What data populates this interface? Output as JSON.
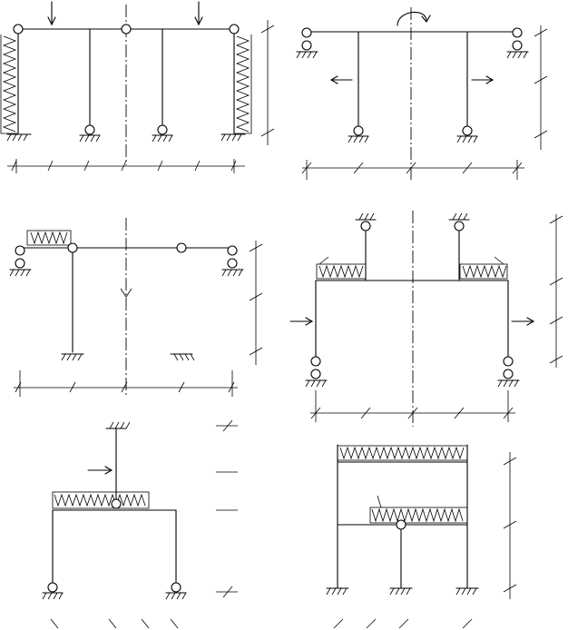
{
  "sheet": {
    "background": "#ffffff",
    "stroke_color": "#000000"
  },
  "schemes": [
    {
      "id": 1,
      "position": "top-left",
      "elements": [
        "three-bay-frame",
        "hinges",
        "wind-load-left",
        "wind-load-right",
        "point-loads",
        "pinned-supports",
        "dimension-lines"
      ]
    },
    {
      "id": 2,
      "position": "top-right",
      "elements": [
        "single-beam-frame",
        "roller-supports",
        "applied-moment",
        "horizontal-forces",
        "pinned-supports",
        "dimension-lines"
      ]
    },
    {
      "id": 3,
      "position": "middle-left",
      "elements": [
        "gamma-frame",
        "distributed-load",
        "hinges",
        "fixed-supports",
        "dimension-lines"
      ]
    },
    {
      "id": 4,
      "position": "middle-right",
      "elements": [
        "portal-frame",
        "hanging-supports",
        "distributed-loads",
        "horizontal-forces",
        "dimension-lines"
      ]
    },
    {
      "id": 5,
      "position": "bottom-left",
      "elements": [
        "portal-frame",
        "strut",
        "distributed-load",
        "horizontal-force",
        "pinned-supports"
      ]
    },
    {
      "id": 6,
      "position": "bottom-right",
      "elements": [
        "two-storey-frame",
        "distributed-loads",
        "fixed-supports",
        "dimension-lines"
      ]
    }
  ]
}
